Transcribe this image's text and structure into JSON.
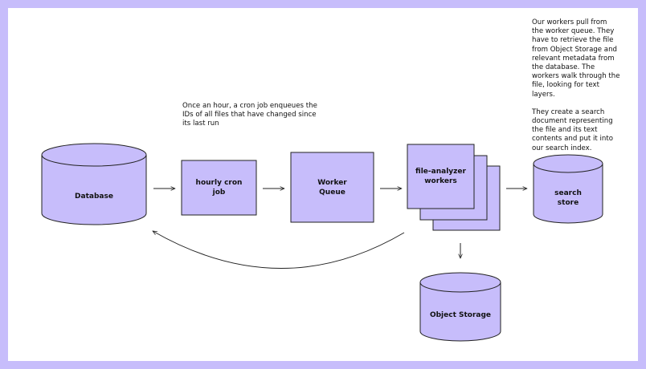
{
  "colors": {
    "frame": "#c7bdfb",
    "node_fill": "#c7bdfb",
    "stroke": "#222222",
    "background": "#ffffff"
  },
  "nodes": {
    "database": "Database",
    "cron": "hourly cron\njob",
    "queue": "Worker\nQueue",
    "workers": "file-analyzer\nworkers",
    "search": "search\nstore",
    "object_storage": "Object Storage"
  },
  "notes": {
    "cron_note": "Once an hour, a cron job enqueues the IDs of all files that have changed since its last run",
    "workers_note_1": "Our workers pull from the worker queue. They have to retrieve the file from Object Storage and relevant metadata from the database. The workers walk through the file, looking for text layers.",
    "workers_note_2": "They create a search document representing the file and its text contents and put it into our search index."
  }
}
